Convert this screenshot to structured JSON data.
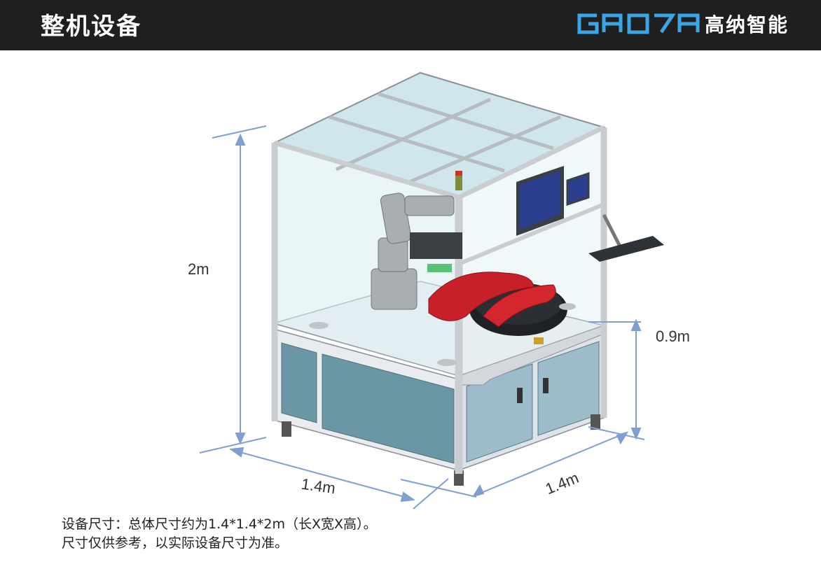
{
  "header": {
    "title": "整机设备",
    "brand_logo_text": "GAO7A",
    "brand_name": "高纳智能"
  },
  "dimensions": {
    "height_label": "2m",
    "table_height_label": "0.9m",
    "length_label": "1.4m",
    "width_label": "1.4m"
  },
  "caption": {
    "line1": "设备尺寸：总体尺寸约为1.4*1.4*2m（长X宽X高）。",
    "line2": "尺寸仅供参考，以实际设备尺寸为准。"
  },
  "colors": {
    "header_bg": "#1f1f1f",
    "brand_blue": "#3aa6e6",
    "dimension_line": "#7f9fd0",
    "frame_aluminum": "#c9cdd2",
    "glass": "#d8ecf0",
    "cabinet_panel": "#6b96a6",
    "monitor_screen": "#2c3f8f",
    "product_red": "#c8202a"
  }
}
